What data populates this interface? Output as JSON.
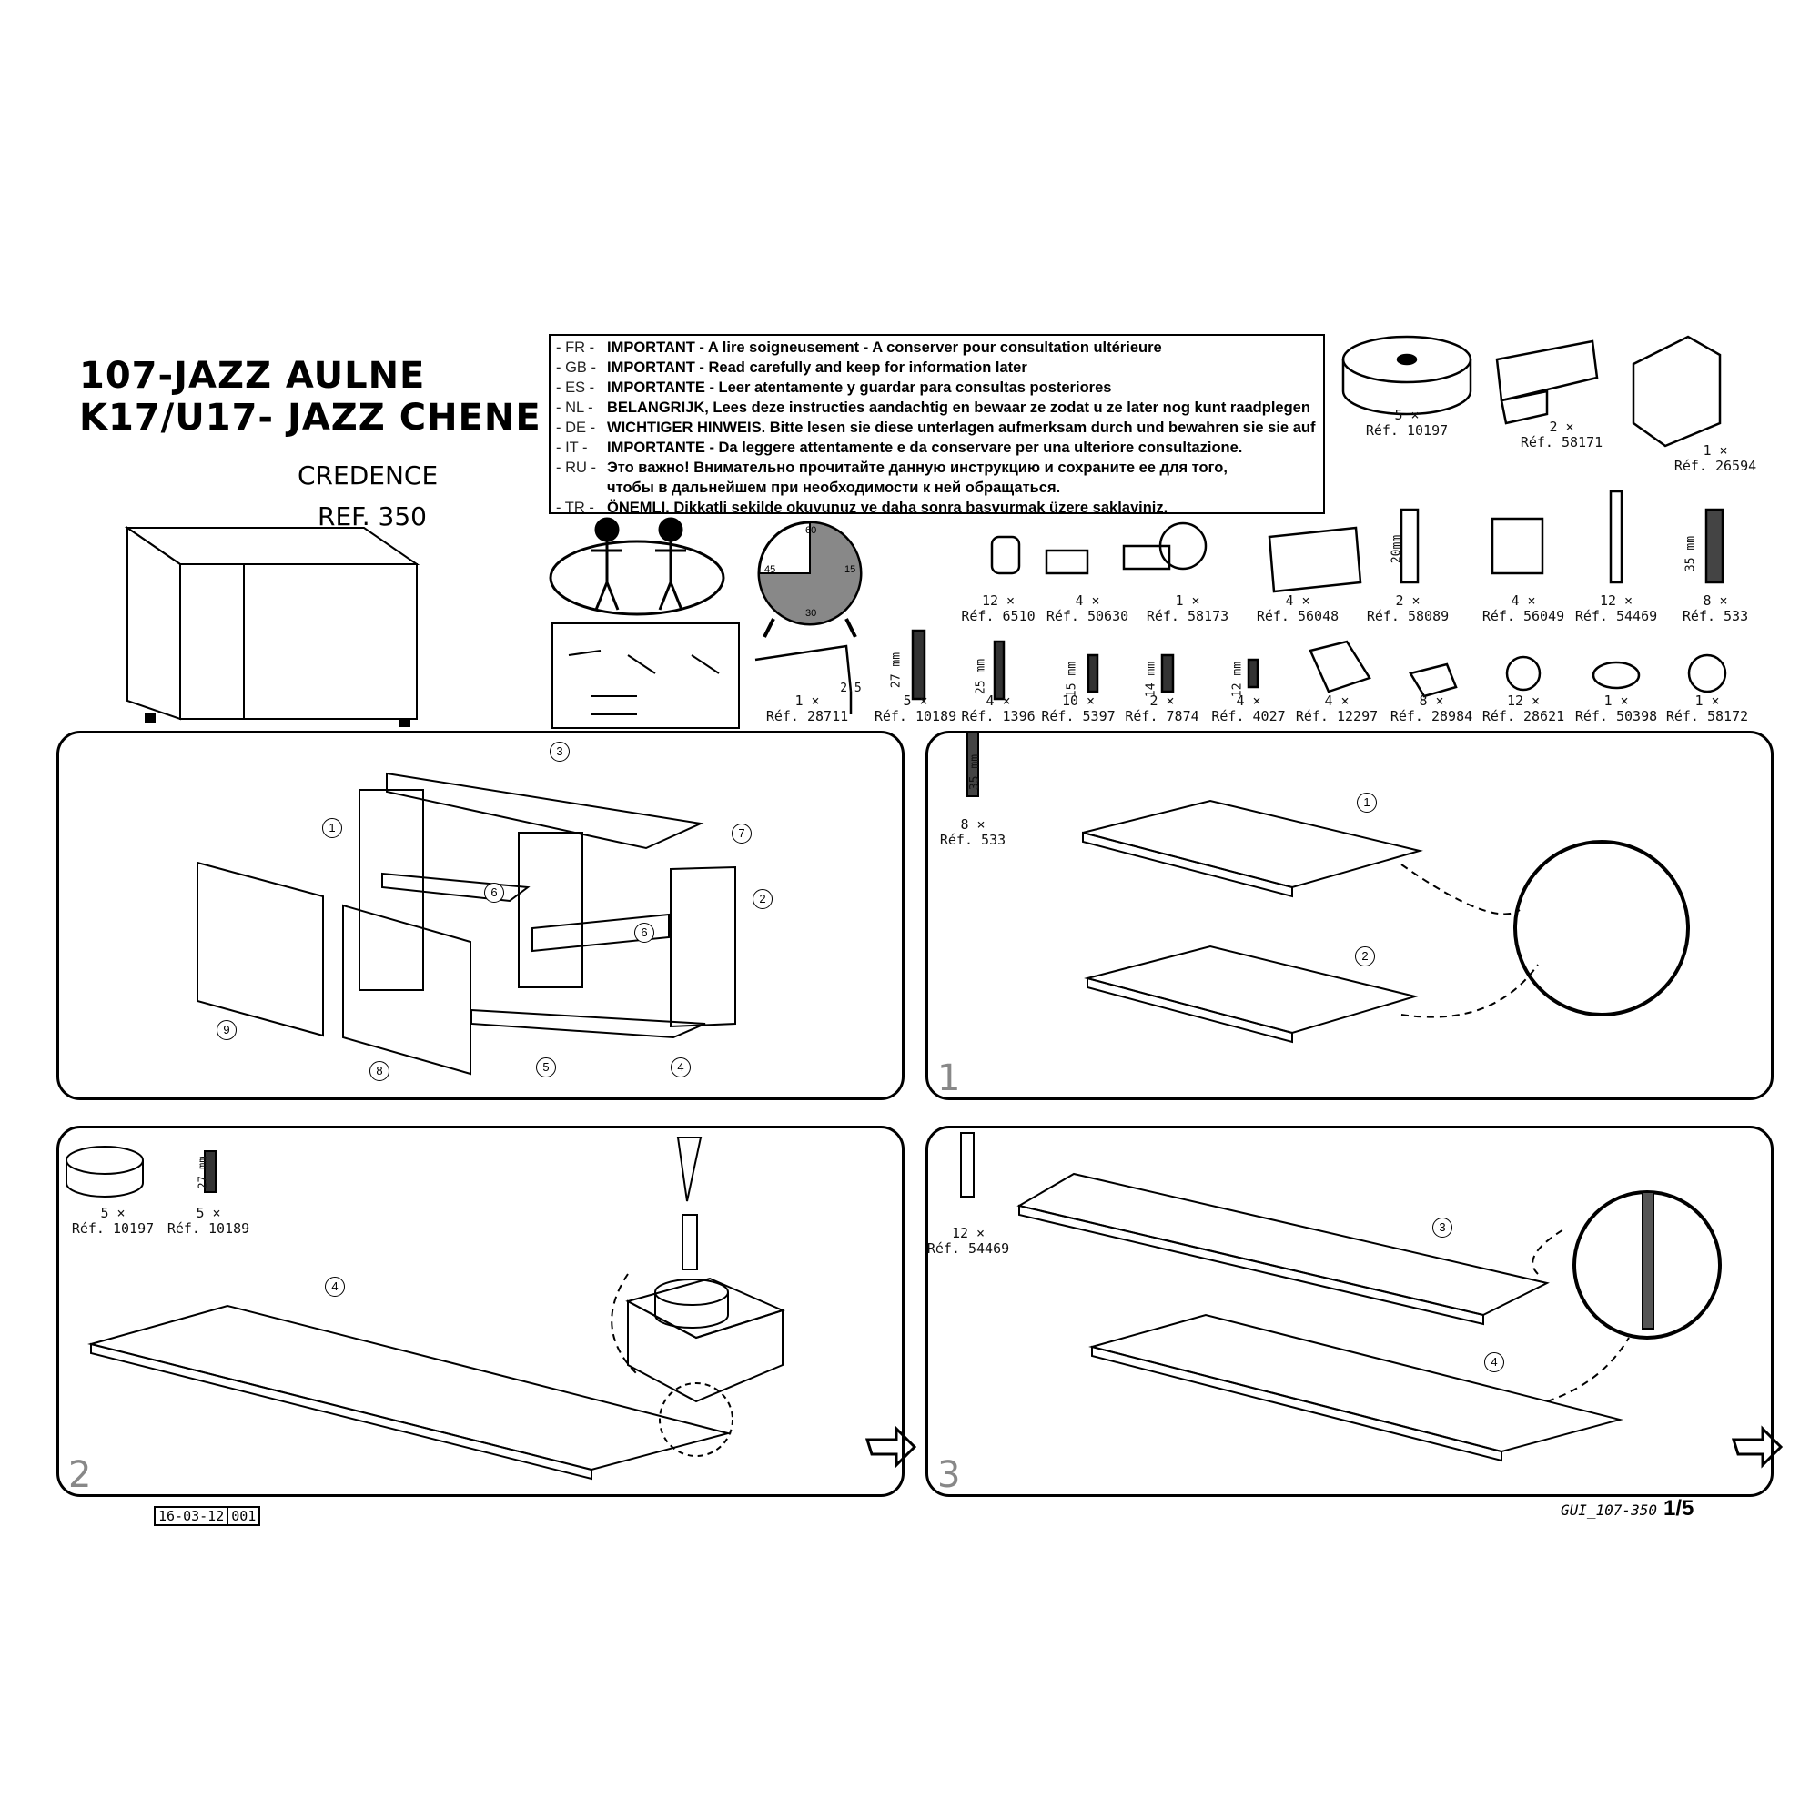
{
  "header": {
    "title_line1": "107-JAZZ AULNE",
    "title_line2": "K17/U17- JAZZ CHENE",
    "product": "CREDENCE",
    "reference": "REF. 350"
  },
  "notice": [
    {
      "code": "- FR -",
      "text": "IMPORTANT - A lire soigneusement - A conserver pour consultation ultérieure"
    },
    {
      "code": "- GB -",
      "text": "IMPORTANT - Read carefully and keep for information later"
    },
    {
      "code": "- ES -",
      "text": "IMPORTANTE - Leer atentamente y guardar para consultas posteriores"
    },
    {
      "code": "- NL -",
      "text": "BELANGRIJK, Lees deze instructies aandachtig en bewaar ze zodat u ze later nog kunt raadplegen"
    },
    {
      "code": "- DE -",
      "text": "WICHTIGER HINWEIS. Bitte lesen sie diese unterlagen aufmerksam durch und bewahren sie sie auf"
    },
    {
      "code": "-  IT -",
      "text": "IMPORTANTE - Da leggere attentamente e da conservare per una ulteriore consultazione."
    },
    {
      "code": "- RU -",
      "text": "Это важно! Внимательно прочитайте данную инструкцию и сохраните ее для того,"
    },
    {
      "code": "",
      "text": "чтобы в дальнейшем при необходимости к ней обращаться."
    },
    {
      "code": "- TR -",
      "text": "ÖNEMLI, Dikkatli şekilde okuyunuz ve daha sonra başvurmak üzere saklayiniz."
    }
  ],
  "clock": {
    "labels": [
      "60",
      "15",
      "30",
      "45"
    ]
  },
  "hardware": [
    {
      "qty": "5 ×",
      "ref": "Réf. 10197",
      "icon": "furniture-foot-icon"
    },
    {
      "qty": "2 ×",
      "ref": "Réf. 58171",
      "icon": "bracket-plate-icon"
    },
    {
      "qty": "1 ×",
      "ref": "Réf. 26594",
      "icon": "angle-bracket-icon"
    },
    {
      "qty": "12 ×",
      "ref": "Réf. 6510",
      "icon": "cam-lock-icon"
    },
    {
      "qty": "4 ×",
      "ref": "Réf. 50630",
      "icon": "catch-icon"
    },
    {
      "qty": "1 ×",
      "ref": "Réf. 58173",
      "icon": "lock-key-icon"
    },
    {
      "qty": "4 ×",
      "ref": "Réf. 56048",
      "icon": "hinge-plate-icon"
    },
    {
      "qty": "2 ×",
      "ref": "Réf. 58089",
      "icon": "tube-20mm-icon",
      "size": "20mm"
    },
    {
      "qty": "4 ×",
      "ref": "Réf. 56049",
      "icon": "hinge-icon"
    },
    {
      "qty": "12 ×",
      "ref": "Réf. 54469",
      "icon": "cam-bolt-icon"
    },
    {
      "qty": "8 ×",
      "ref": "Réf. 533",
      "icon": "dowel-35mm-icon",
      "size": "35 mm"
    },
    {
      "qty": "1 ×",
      "ref": "Réf. 28711",
      "icon": "allen-key-icon",
      "size": "2.5"
    },
    {
      "qty": "5 ×",
      "ref": "Réf. 10189",
      "icon": "screw-27mm-icon",
      "size": "27 mm"
    },
    {
      "qty": "4 ×",
      "ref": "Réf. 1396",
      "icon": "screw-25mm-icon",
      "size": "25 mm"
    },
    {
      "qty": "10 ×",
      "ref": "Réf. 5397",
      "icon": "screw-15mm-icon",
      "size": "15 mm"
    },
    {
      "qty": "2 ×",
      "ref": "Réf. 7874",
      "icon": "screw-14mm-icon",
      "size": "14 mm"
    },
    {
      "qty": "4 ×",
      "ref": "Réf. 4027",
      "icon": "screw-12mm-icon",
      "size": "12 mm"
    },
    {
      "qty": "4 ×",
      "ref": "Réf. 12297",
      "icon": "shelf-support-icon"
    },
    {
      "qty": "8 ×",
      "ref": "Réf. 28984",
      "icon": "shelf-pin-icon"
    },
    {
      "qty": "12 ×",
      "ref": "Réf. 28621",
      "icon": "cam-cap-icon"
    },
    {
      "qty": "1 ×",
      "ref": "Réf. 50398",
      "icon": "bumper-icon"
    },
    {
      "qty": "1 ×",
      "ref": "Réf. 58172",
      "icon": "handle-cap-icon"
    }
  ],
  "steps": {
    "overview": {
      "callouts": [
        "1",
        "2",
        "3",
        "4",
        "5",
        "6",
        "6",
        "7",
        "8",
        "9"
      ]
    },
    "step1": {
      "number": "1",
      "part_qty": "8 ×",
      "part_ref": "Réf. 533",
      "part_size": "35 mm",
      "callouts": [
        "1",
        "2"
      ]
    },
    "step2": {
      "number": "2",
      "parts": [
        {
          "qty": "5 ×",
          "ref": "Réf. 10197"
        },
        {
          "qty": "5 ×",
          "ref": "Réf. 10189",
          "size": "27 mm"
        }
      ],
      "callouts": [
        "4"
      ]
    },
    "step3": {
      "number": "3",
      "part_qty": "12 ×",
      "part_ref": "Réf. 54469",
      "callouts": [
        "3",
        "4"
      ]
    }
  },
  "footer": {
    "date": "16-03-12",
    "revision": "001",
    "doc_code": "GUI_107-350",
    "page": "1/5"
  }
}
